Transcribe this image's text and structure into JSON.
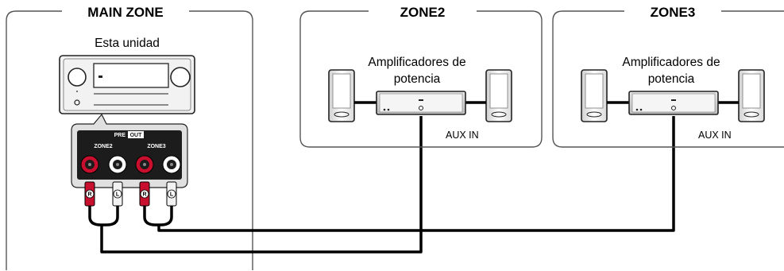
{
  "zones": {
    "main": {
      "title": "MAIN ZONE",
      "device_label": "Esta unidad"
    },
    "zone2": {
      "title": "ZONE2",
      "amp_label_line1": "Amplificadores de",
      "amp_label_line2": "potencia",
      "input_label": "AUX IN"
    },
    "zone3": {
      "title": "ZONE3",
      "amp_label_line1": "Amplificadores de",
      "amp_label_line2": "potencia",
      "input_label": "AUX IN"
    }
  },
  "pre_out_panel": {
    "title_pre": "PRE",
    "title_out": "OUT",
    "zone2_label": "ZONE2",
    "zone3_label": "ZONE3",
    "plug_right": "R",
    "plug_left": "L"
  },
  "colors": {
    "red_jack": "#c8102e",
    "cable": "#000000",
    "zone_border": "#555555"
  }
}
